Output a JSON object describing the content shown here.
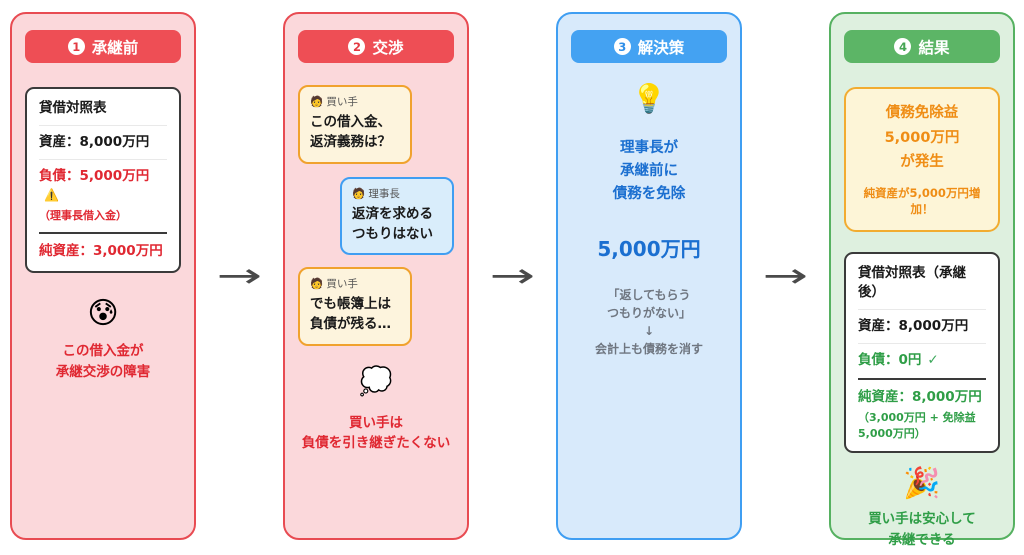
{
  "colors": {
    "red_accent": "#e84b52",
    "red_bg": "#fbd8db",
    "red_text": "#e02832",
    "blue_accent": "#3f9ef2",
    "blue_bg": "#d8eafb",
    "blue_text": "#1b6fd0",
    "green_accent": "#56b161",
    "green_bg": "#def0df",
    "green_text": "#2f9e47",
    "orange_accent": "#f2ac30",
    "orange_text": "#ef8d15",
    "gray_text": "#6f7680"
  },
  "icons": {
    "right_arrow": "→",
    "warning": "⚠️",
    "check": "✓",
    "person": "🧑",
    "anxious_face": "😰",
    "thought_balloon": "💭",
    "light_bulb": "💡",
    "party_popper": "🎉"
  },
  "step1": {
    "number": "1",
    "title": "承継前",
    "card": {
      "title": "貸借対照表",
      "assets": "資産：8,000万円",
      "liabilities": "負債：5,000万円",
      "liabilities_note": "（理事長借入金）",
      "net_assets": "純資産：3,000万円"
    },
    "caption": [
      "この借入金が",
      "承継交渉の障害"
    ]
  },
  "step2": {
    "number": "2",
    "title": "交渉",
    "bubbles": [
      {
        "speaker": "買い手",
        "lines": [
          "この借入金、",
          "返済義務は？"
        ]
      },
      {
        "speaker": "理事長",
        "lines": [
          "返済を求める",
          "つもりはない"
        ]
      },
      {
        "speaker": "買い手",
        "lines": [
          "でも帳簿上は",
          "負債が残る…"
        ]
      }
    ],
    "caption": [
      "買い手は",
      "負債を引き継ぎたくない"
    ]
  },
  "step3": {
    "number": "3",
    "title": "解決策",
    "statement": [
      "理事長が",
      "承継前に",
      "債務を免除"
    ],
    "amount": "5,000万円",
    "note": [
      "「返してもらう",
      "つもりがない」",
      "↓",
      "会計上も債務を消す"
    ]
  },
  "step4": {
    "number": "4",
    "title": "結果",
    "highlight": {
      "lines": [
        "債務免除益",
        "5,000万円",
        "が発生"
      ],
      "sub": "純資産が5,000万円増加！"
    },
    "card": {
      "title": "貸借対照表（承継後）",
      "assets": "資産：8,000万円",
      "liabilities": "負債：0円",
      "net_assets": "純資産：8,000万円",
      "net_note": [
        "（3,000万円 + 免除益",
        "5,000万円）"
      ]
    },
    "caption": [
      "買い手は安心して",
      "承継できる"
    ]
  }
}
